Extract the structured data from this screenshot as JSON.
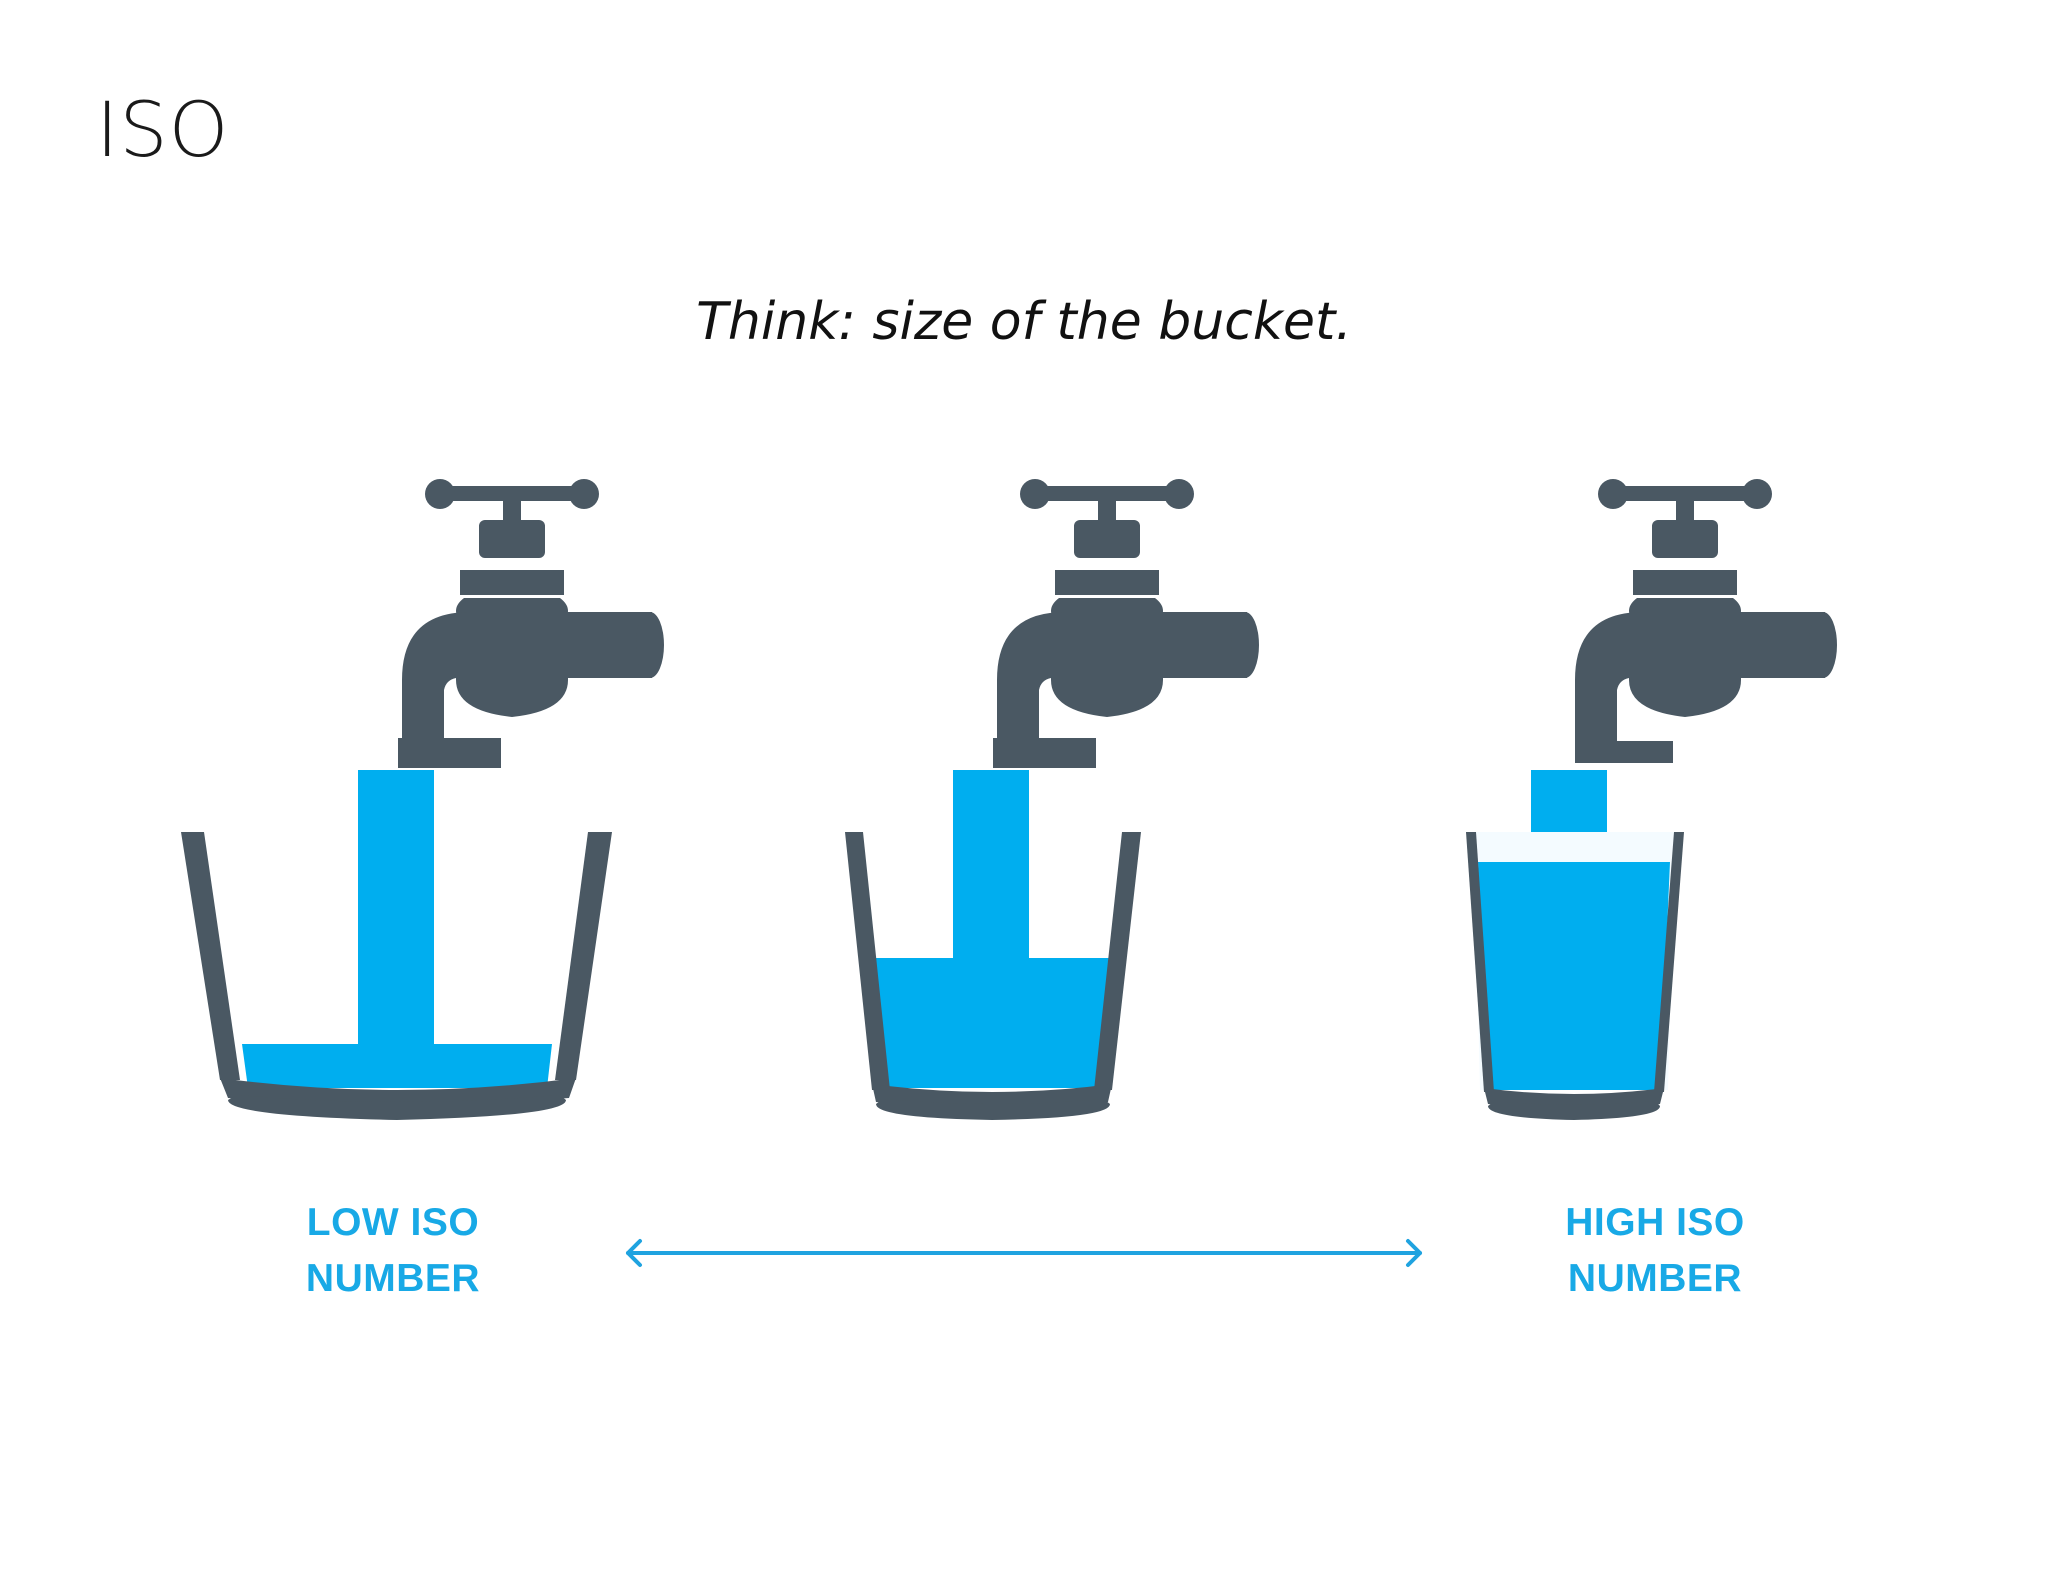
{
  "header": {
    "title": "ISO",
    "subtitle": "Think: size of the bucket."
  },
  "scale": {
    "low": {
      "line1": "LOW ISO",
      "line2": "NUMBER"
    },
    "high": {
      "line1": "HIGH ISO",
      "line2": "NUMBER"
    }
  },
  "illustration": {
    "containers": [
      {
        "id": "bucket-large",
        "kind": "wide bucket",
        "fill_fraction": 0.18
      },
      {
        "id": "bucket-medium",
        "kind": "medium cup",
        "fill_fraction": 0.5
      },
      {
        "id": "bucket-small",
        "kind": "narrow glass",
        "fill_fraction": 0.93
      }
    ],
    "icons": [
      "faucet-icon",
      "bucket-icon",
      "water-stream-icon",
      "double-arrow-icon"
    ]
  },
  "colors": {
    "water": "#00aeef",
    "faucet": "#4a5863",
    "label": "#18a9e6",
    "arrow": "#1fa3e0",
    "text": "#111111",
    "background": "#ffffff"
  }
}
